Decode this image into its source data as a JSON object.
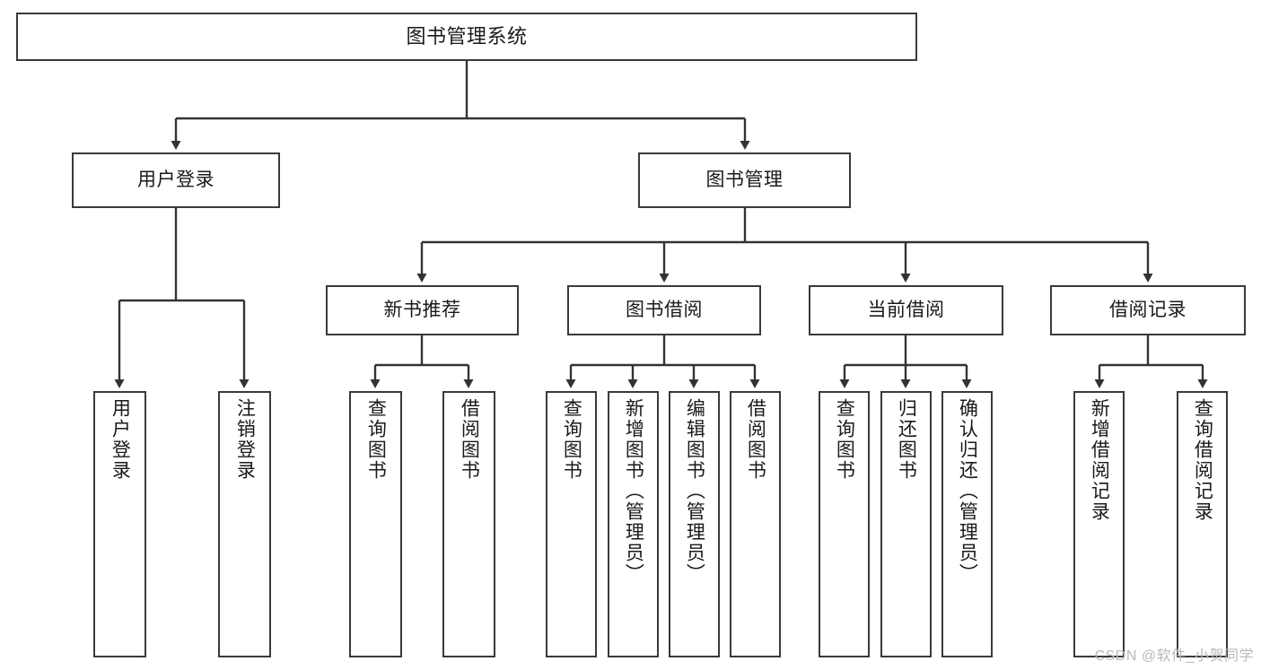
{
  "diagram": {
    "title": "图书管理系统",
    "type": "hierarchy-tree",
    "style": {
      "box_border_color": "#3a3a3a",
      "box_fill_color": "#ffffff",
      "connector_color": "#333333",
      "text_color": "#1a1a1a",
      "background": "#ffffff"
    },
    "nodes": {
      "root": {
        "label": "图书管理系统"
      },
      "level2": [
        {
          "label": "用户登录"
        },
        {
          "label": "图书管理"
        }
      ],
      "level3": [
        {
          "label": "新书推荐"
        },
        {
          "label": "图书借阅"
        },
        {
          "label": "当前借阅"
        },
        {
          "label": "借阅记录"
        }
      ],
      "leaves": {
        "user_login": [
          {
            "label": "用户登录"
          },
          {
            "label": "注销登录"
          }
        ],
        "new_book_recommend": [
          {
            "label": "查询图书"
          },
          {
            "label": "借阅图书"
          }
        ],
        "book_borrow": [
          {
            "label": "查询图书"
          },
          {
            "label": "新增图书（管理员）"
          },
          {
            "label": "编辑图书（管理员）"
          },
          {
            "label": "借阅图书"
          }
        ],
        "current_borrow": [
          {
            "label": "查询图书"
          },
          {
            "label": "归还图书"
          },
          {
            "label": "确认归还（管理员）"
          }
        ],
        "borrow_record": [
          {
            "label": "新增借阅记录"
          },
          {
            "label": "查询借阅记录"
          }
        ]
      }
    }
  },
  "watermark": {
    "text": "CSDN @软件_小贺同学"
  }
}
